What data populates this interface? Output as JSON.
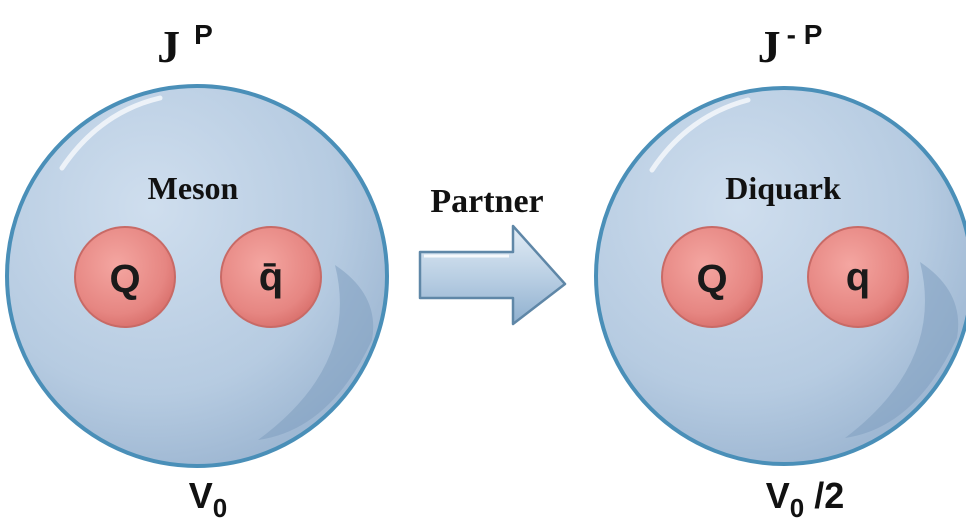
{
  "left": {
    "spin_base": "J",
    "spin_sup": "P",
    "name": "Meson",
    "quark1": "Q",
    "quark2": "q̄",
    "potential_base": "V",
    "potential_sub": "0",
    "potential_suffix": ""
  },
  "arrow": {
    "label": "Partner"
  },
  "right": {
    "spin_base": "J",
    "spin_sup": "- P",
    "name": "Diquark",
    "quark1": "Q",
    "quark2": "q",
    "potential_base": "V",
    "potential_sub": "0",
    "potential_suffix": " /2"
  },
  "colors": {
    "sphere_fill": "#b9cde3",
    "sphere_stroke": "#4a8fb8",
    "quark_fill": "#e88a86",
    "quark_stroke": "#c86a66",
    "arrow_fill": "#c3d6e7",
    "arrow_stroke": "#5f87a7"
  }
}
